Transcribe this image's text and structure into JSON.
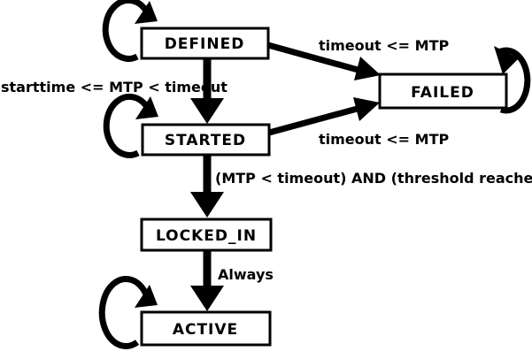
{
  "diagram": {
    "type": "state-machine",
    "colors": {
      "background": "#ffffff",
      "line": "#000000",
      "box_fill": "#ffffff",
      "text": "#000000"
    },
    "nodes": [
      {
        "id": "defined",
        "label": "DEFINED",
        "self_loop": true
      },
      {
        "id": "started",
        "label": "STARTED",
        "self_loop": true
      },
      {
        "id": "failed",
        "label": "FAILED",
        "self_loop": true
      },
      {
        "id": "locked_in",
        "label": "LOCKED_IN",
        "self_loop": false
      },
      {
        "id": "active",
        "label": "ACTIVE",
        "self_loop": true
      }
    ],
    "edges": [
      {
        "from": "DEFINED",
        "to": "STARTED",
        "label": "starttime <= MTP < timeout"
      },
      {
        "from": "DEFINED",
        "to": "FAILED",
        "label": "timeout <= MTP"
      },
      {
        "from": "STARTED",
        "to": "FAILED",
        "label": "timeout <= MTP"
      },
      {
        "from": "STARTED",
        "to": "LOCKED_IN",
        "label": "(MTP < timeout) AND (threshold reached)"
      },
      {
        "from": "LOCKED_IN",
        "to": "ACTIVE",
        "label": "Always"
      }
    ]
  }
}
